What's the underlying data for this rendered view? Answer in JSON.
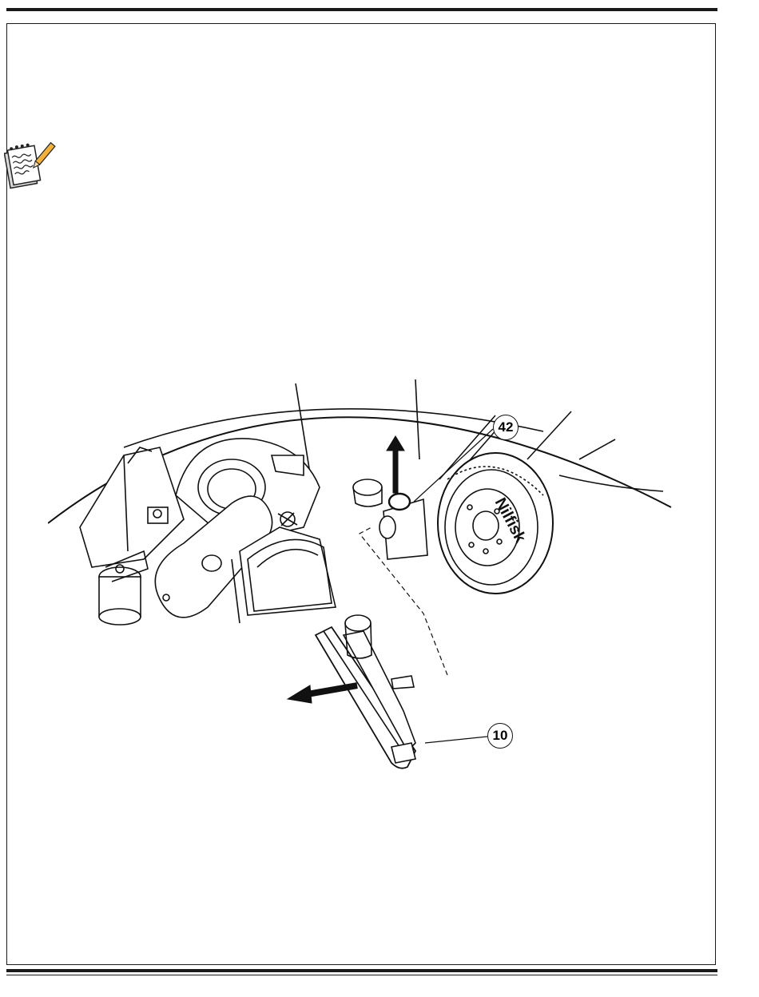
{
  "page": {
    "note_icon": "notepad-pencil-icon"
  },
  "figure": {
    "callouts": [
      {
        "label": "42"
      },
      {
        "label": "10"
      }
    ],
    "brand_text": "Nilfisk"
  }
}
